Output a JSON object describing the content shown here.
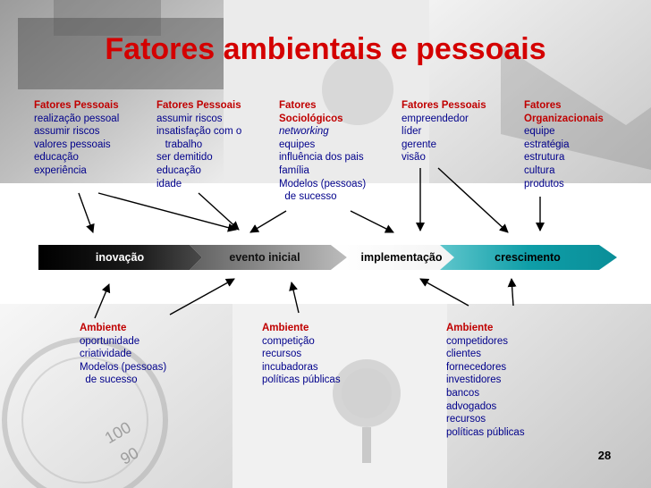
{
  "title": "Fatores ambientais e pessoais",
  "top_boxes": [
    {
      "heading": [
        "Fatores Pessoais"
      ],
      "items": [
        "realização pessoal",
        "assumir riscos",
        "valores pessoais",
        "educação",
        "experiência"
      ]
    },
    {
      "heading": [
        "Fatores Pessoais"
      ],
      "items": [
        "assumir riscos",
        "insatisfação com o",
        "   trabalho",
        "ser demitido",
        "educação",
        "idade"
      ]
    },
    {
      "heading": [
        "Fatores",
        "Sociológicos"
      ],
      "items": [
        "networking",
        "equipes",
        "influência dos pais",
        "família",
        "Modelos (pessoas)",
        "  de sucesso"
      ]
    },
    {
      "heading": [
        "Fatores Pessoais"
      ],
      "items": [
        "empreendedor",
        "líder",
        "gerente",
        "visão"
      ]
    },
    {
      "heading": [
        "Fatores",
        "Organizacionais"
      ],
      "items": [
        "equipe",
        "estratégia",
        "estrutura",
        "cultura",
        "produtos"
      ]
    }
  ],
  "process": {
    "stages": [
      "inovação",
      "evento inicial",
      "implementação",
      "crescimento"
    ],
    "colors": {
      "dark": "#0a0a0a",
      "mid": "#9a9a9a",
      "teal": "#0f9ea8",
      "light": "#ffffff"
    }
  },
  "bottom_boxes": [
    {
      "heading": [
        "Ambiente"
      ],
      "items": [
        "oportunidade",
        "criatividade",
        "Modelos (pessoas)",
        "  de sucesso"
      ]
    },
    {
      "heading": [
        "Ambiente"
      ],
      "items": [
        "competição",
        "recursos",
        "incubadoras",
        "políticas públicas"
      ]
    },
    {
      "heading": [
        "Ambiente"
      ],
      "items": [
        "competidores",
        "clientes",
        "fornecedores",
        "investidores",
        "bancos",
        "advogados",
        "recursos",
        "políticas públicas"
      ]
    }
  ],
  "watermark_numbers": [
    "100",
    "90"
  ],
  "page_number": "28",
  "colors": {
    "title": "#d40000",
    "heading": "#c00000",
    "text": "#00008b"
  }
}
